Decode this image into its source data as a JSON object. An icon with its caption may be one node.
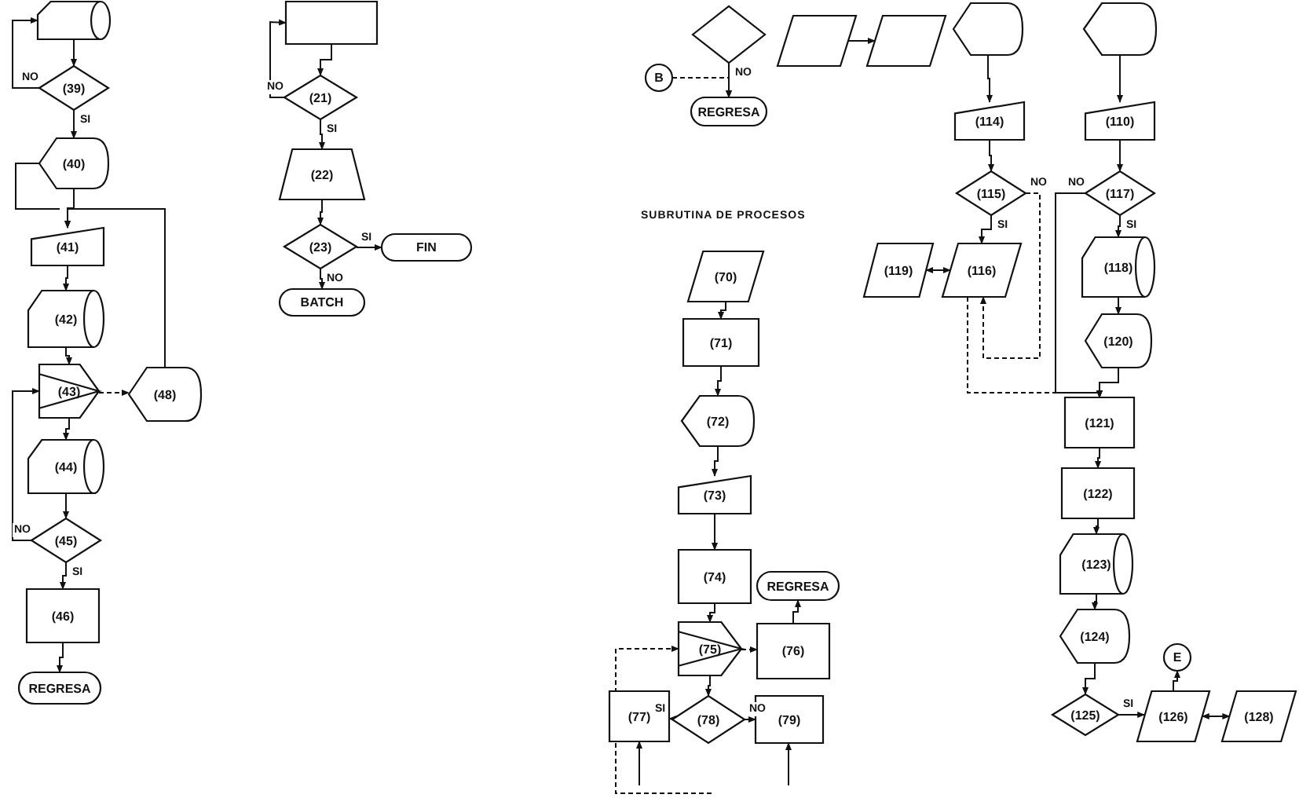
{
  "diagram": {
    "nodes": [
      {
        "text": [],
        "shape": "tape"
      },
      {
        "text": [
          "(39)"
        ]
      },
      {
        "text": [
          "(40)"
        ]
      },
      {
        "text": [
          "(41)"
        ]
      },
      {
        "text": [
          "(42)"
        ]
      },
      {
        "text": [
          "(43)"
        ]
      },
      {
        "text": [
          "(48)"
        ]
      },
      {
        "text": [
          "(44)"
        ]
      },
      {
        "text": [
          "(45)"
        ]
      },
      {
        "text": [
          "(46)"
        ]
      },
      {
        "text": [
          "REGRESA"
        ]
      },
      {
        "text": [],
        "shape": "box"
      },
      {
        "text": [
          "(21)"
        ]
      },
      {
        "text": [
          "(22)"
        ]
      },
      {
        "text": [
          "(23)"
        ]
      },
      {
        "text": [
          "FIN"
        ]
      },
      {
        "text": [
          "BATCH"
        ]
      },
      {
        "text": [],
        "shape": "diamond"
      },
      {
        "text": [],
        "shape": "parallelogram"
      },
      {
        "text": [],
        "shape": "parallelogram"
      },
      {
        "text": [
          "B"
        ]
      },
      {
        "text": [
          "REGRESA"
        ]
      },
      {
        "text": [
          "(70)"
        ]
      },
      {
        "text": [
          "(71)"
        ]
      },
      {
        "text": [
          "(72)"
        ]
      },
      {
        "text": [
          "(73)"
        ]
      },
      {
        "text": [
          "(74)"
        ]
      },
      {
        "text": [
          "REGRESA"
        ]
      },
      {
        "text": [
          "(75)"
        ]
      },
      {
        "text": [
          "(76)"
        ]
      },
      {
        "text": [
          "(78)"
        ]
      },
      {
        "text": [
          "(77)"
        ]
      },
      {
        "text": [
          "(79)"
        ]
      },
      {
        "text": [],
        "shape": "display"
      },
      {
        "text": [
          "(114)"
        ]
      },
      {
        "text": [
          "(115)"
        ]
      },
      {
        "text": [
          "(116)"
        ]
      },
      {
        "text": [
          "(119)"
        ]
      },
      {
        "text": [],
        "shape": "display"
      },
      {
        "text": [
          "(110)"
        ]
      },
      {
        "text": [
          "(117)"
        ]
      },
      {
        "text": [
          "(118)"
        ]
      },
      {
        "text": [
          "(120)"
        ]
      },
      {
        "text": [
          "(121)"
        ]
      },
      {
        "text": [
          "(122)"
        ]
      },
      {
        "text": [
          "(123)"
        ]
      },
      {
        "text": [
          "(124)"
        ]
      },
      {
        "text": [
          "(125)"
        ]
      },
      {
        "text": [
          "E"
        ]
      },
      {
        "text": [
          "(126)"
        ]
      },
      {
        "text": [
          "(128)"
        ]
      }
    ],
    "edges": [
      {
        "from": 0,
        "to": 1,
        "arrow": "to"
      },
      {
        "from": 1,
        "to": 2,
        "arrow": "to",
        "label": "SI"
      },
      {
        "from": 1,
        "to": 0,
        "arrow": "to",
        "label": "NO"
      },
      {
        "from": 2,
        "to": 3,
        "arrow": "to"
      },
      {
        "from": 6,
        "to": 3,
        "arrow": "to"
      },
      {
        "from": 2,
        "to": null,
        "arrow": "none"
      },
      {
        "from": 3,
        "to": 4,
        "arrow": "to"
      },
      {
        "from": 4,
        "to": 5,
        "arrow": "to"
      },
      {
        "from": 5,
        "to": 6,
        "arrow": "to",
        "style": "dashed"
      },
      {
        "from": 5,
        "to": 7,
        "arrow": "to"
      },
      {
        "from": 7,
        "to": 8,
        "arrow": "to"
      },
      {
        "from": 8,
        "to": 5,
        "arrow": "to",
        "label": "NO"
      },
      {
        "from": 8,
        "to": 9,
        "arrow": "to",
        "label": "SI"
      },
      {
        "from": 9,
        "to": 10,
        "arrow": "to"
      },
      {
        "from": 11,
        "to": 12,
        "arrow": "to"
      },
      {
        "from": 12,
        "to": 13,
        "arrow": "to",
        "label": "SI"
      },
      {
        "from": 12,
        "to": 11,
        "arrow": "to",
        "label": "NO"
      },
      {
        "from": 13,
        "to": 14,
        "arrow": "to"
      },
      {
        "from": 14,
        "to": 15,
        "arrow": "to",
        "label": "SI"
      },
      {
        "from": 14,
        "to": 16,
        "arrow": "to",
        "label": "NO"
      },
      {
        "from": 17,
        "to": 21,
        "arrow": "to",
        "label": "NO"
      },
      {
        "from": 20,
        "to": 21,
        "arrow": "to",
        "style": "dashed"
      },
      {
        "from": 18,
        "to": 19,
        "arrow": "to"
      },
      {
        "from": 22,
        "to": 23,
        "arrow": "to"
      },
      {
        "from": 23,
        "to": 24,
        "arrow": "to"
      },
      {
        "from": 24,
        "to": 25,
        "arrow": "to"
      },
      {
        "from": 25,
        "to": 26,
        "arrow": "to"
      },
      {
        "from": 26,
        "to": 28,
        "arrow": "to"
      },
      {
        "from": 28,
        "to": 29,
        "arrow": "to",
        "style": "dashed"
      },
      {
        "from": 29,
        "to": 27,
        "arrow": "to"
      },
      {
        "from": 28,
        "to": 30,
        "arrow": "to"
      },
      {
        "from": 30,
        "to": 31,
        "arrow": "to",
        "label": "SI"
      },
      {
        "from": 30,
        "to": 32,
        "arrow": "to",
        "label": "NO"
      },
      {
        "from": null,
        "to": 31,
        "arrow": "to"
      },
      {
        "from": null,
        "to": 32,
        "arrow": "to"
      },
      {
        "from": null,
        "to": 28,
        "arrow": "to",
        "style": "dashed"
      },
      {
        "from": 33,
        "to": 34,
        "arrow": "to"
      },
      {
        "from": 34,
        "to": 35,
        "arrow": "to"
      },
      {
        "from": 35,
        "to": 36,
        "arrow": "to",
        "label": "SI"
      },
      {
        "from": 36,
        "to": 37,
        "arrow": "both"
      },
      {
        "from": 35,
        "to": 36,
        "arrow": "to",
        "label": "NO",
        "style": "dashed"
      },
      {
        "from": 36,
        "to": 43,
        "arrow": "to",
        "style": "dashed"
      },
      {
        "from": 38,
        "to": 39,
        "arrow": "to"
      },
      {
        "from": 39,
        "to": 40,
        "arrow": "to"
      },
      {
        "from": 40,
        "to": 41,
        "arrow": "to",
        "label": "SI"
      },
      {
        "from": 41,
        "to": 42,
        "arrow": "to"
      },
      {
        "from": 40,
        "to": 43,
        "arrow": "to",
        "label": "NO"
      },
      {
        "from": 42,
        "to": 43,
        "arrow": "to"
      },
      {
        "from": 43,
        "to": 44,
        "arrow": "to"
      },
      {
        "from": 44,
        "to": 45,
        "arrow": "to"
      },
      {
        "from": 45,
        "to": 46,
        "arrow": "to"
      },
      {
        "from": 46,
        "to": 47,
        "arrow": "to"
      },
      {
        "from": 47,
        "to": 49,
        "arrow": "to",
        "label": "SI"
      },
      {
        "from": 49,
        "to": 48,
        "arrow": "to"
      },
      {
        "from": 49,
        "to": 50,
        "arrow": "both"
      }
    ],
    "labels": [
      "SUBRUTINA DE PROCESOS"
    ]
  }
}
